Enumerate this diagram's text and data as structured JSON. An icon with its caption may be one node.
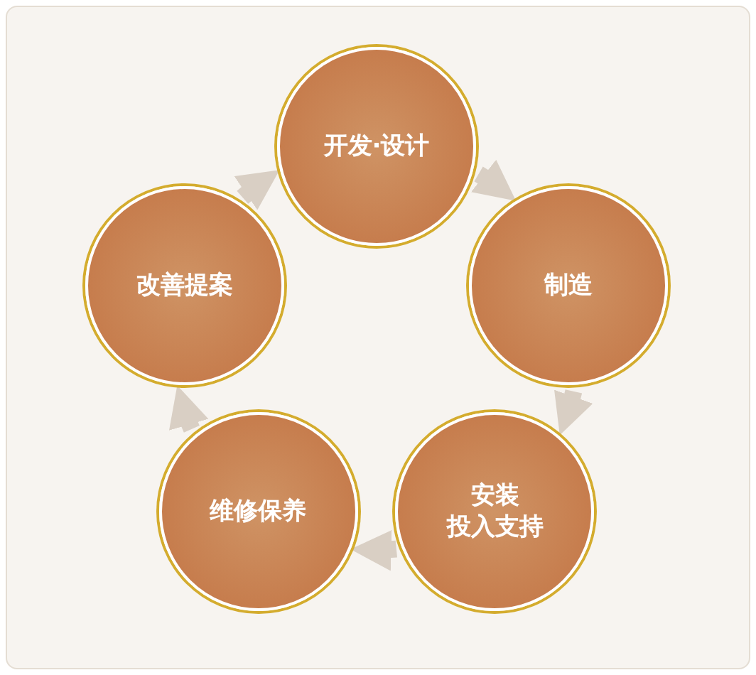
{
  "diagram": {
    "nodes": [
      {
        "text": [
          "开发·设计"
        ]
      },
      {
        "text": [
          "制造"
        ]
      },
      {
        "text": [
          "安装",
          "投入支持"
        ]
      },
      {
        "text": [
          "维修保养"
        ]
      },
      {
        "text": [
          "改善提案"
        ]
      }
    ],
    "edges": [
      {
        "from": 0,
        "to": 1,
        "arrow": "to"
      },
      {
        "from": 1,
        "to": 2,
        "arrow": "to"
      },
      {
        "from": 2,
        "to": 3,
        "arrow": "to"
      },
      {
        "from": 3,
        "to": 4,
        "arrow": "to"
      },
      {
        "from": 4,
        "to": 0,
        "arrow": "to"
      }
    ]
  }
}
